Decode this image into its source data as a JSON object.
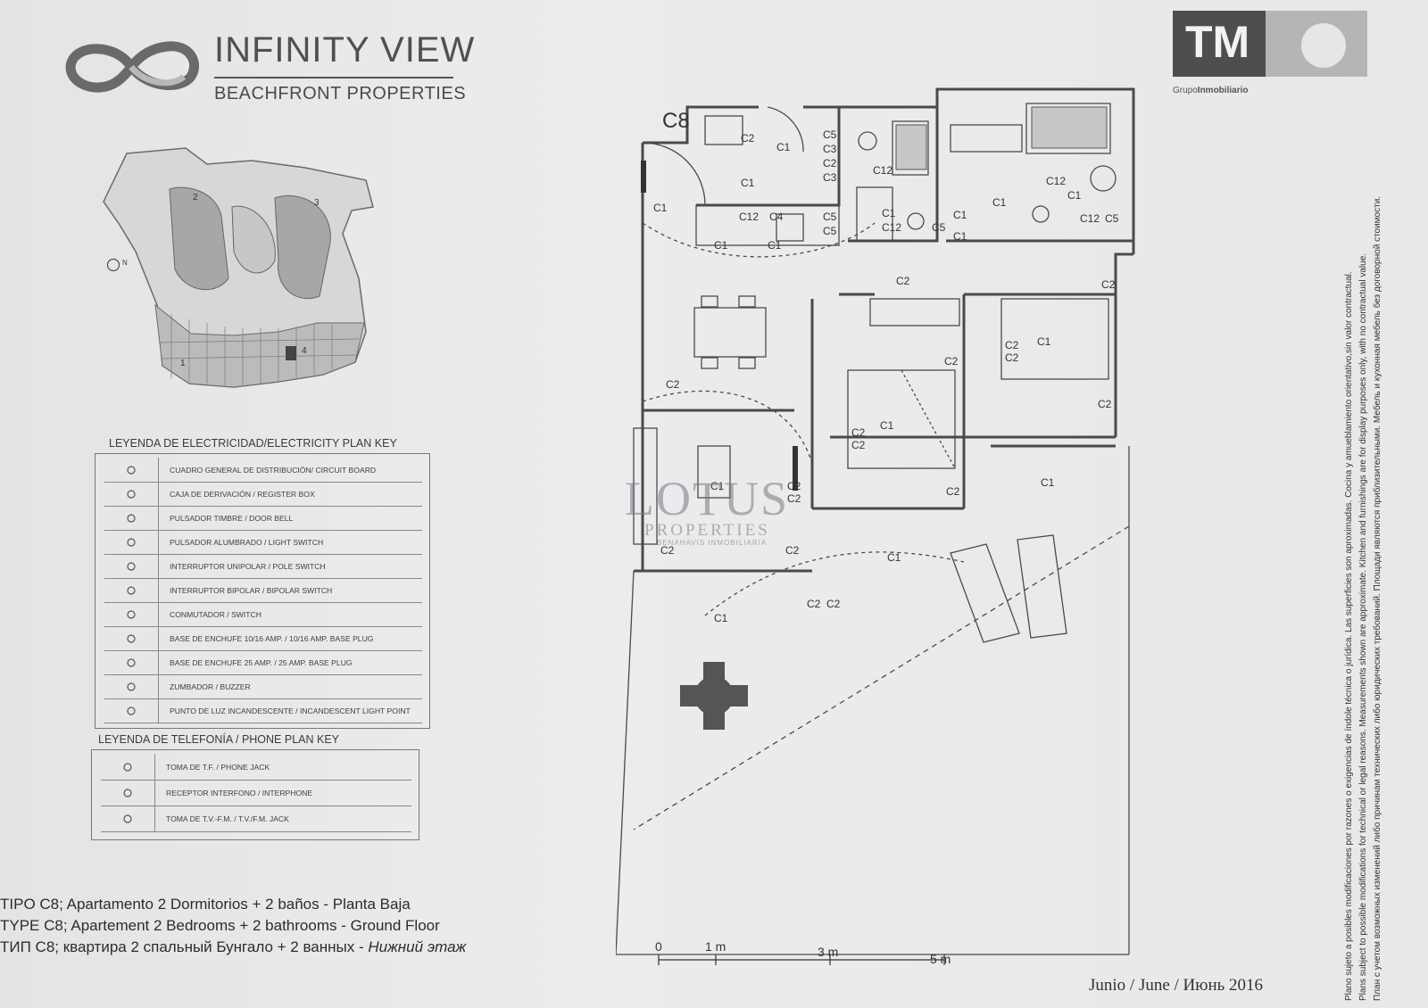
{
  "brand": {
    "title": "INFINITY VIEW",
    "subtitle": "BEACHFRONT PROPERTIES"
  },
  "company": {
    "logo_text": "TM",
    "tagline_a": "Grupo",
    "tagline_b": "Inmobiliario"
  },
  "site_plan": {
    "north_label": "N",
    "block_numbers": [
      "1",
      "2",
      "3",
      "4"
    ]
  },
  "electricity_key": {
    "heading": "LEYENDA DE ELECTRICIDAD/ELECTRICITY PLAN KEY",
    "items": [
      {
        "symbol_icon": "circuit-board-icon",
        "label": "CUADRO GENERAL DE DISTRIBUCIÓN/ CIRCUIT BOARD"
      },
      {
        "symbol_icon": "register-box-icon",
        "label": "CAJA DE DERIVACIÓN / REGISTER BOX"
      },
      {
        "symbol_icon": "door-bell-icon",
        "label": "PULSADOR TIMBRE / DOOR BELL"
      },
      {
        "symbol_icon": "light-switch-icon",
        "label": "PULSADOR ALUMBRADO / LIGHT SWITCH"
      },
      {
        "symbol_icon": "pole-switch-icon",
        "label": "INTERRUPTOR UNIPOLAR / POLE SWITCH"
      },
      {
        "symbol_icon": "bipolar-switch-icon",
        "label": "INTERRUPTOR BIPOLAR / BIPOLAR SWITCH"
      },
      {
        "symbol_icon": "switch-icon",
        "label": "CONMUTADOR / SWITCH"
      },
      {
        "symbol_icon": "base-plug-icon",
        "label": "BASE DE ENCHUFE 10/16 AMP. / 10/16 AMP. BASE PLUG"
      },
      {
        "symbol_icon": "base-plug-25-icon",
        "label": "BASE DE ENCHUFE 25 AMP. / 25 AMP. BASE PLUG"
      },
      {
        "symbol_icon": "buzzer-icon",
        "label": "ZUMBADOR / BUZZER"
      },
      {
        "symbol_icon": "light-point-icon",
        "label": "PUNTO DE LUZ INCANDESCENTE / INCANDESCENT LIGHT POINT"
      }
    ]
  },
  "phone_key": {
    "heading": "LEYENDA DE TELEFONÍA / PHONE PLAN KEY",
    "items": [
      {
        "symbol_icon": "phone-jack-icon",
        "label": "TOMA DE T.F. / PHONE JACK"
      },
      {
        "symbol_icon": "interphone-icon",
        "label": "RECEPTOR INTERFONO / INTERPHONE"
      },
      {
        "symbol_icon": "tv-fm-jack-icon",
        "label": "TOMA DE T.V.-F.M. / T.V./F.M. JACK"
      }
    ]
  },
  "type_description": {
    "es": "TIPO C8; Apartamento 2 Dormitorios + 2 baños - Planta Baja",
    "en": "TYPE C8; Apartement 2 Bedrooms + 2 bathrooms - Ground Floor",
    "ru_a": "ТИП С8; квартира 2 спальный Бунгало + 2 ванных - ",
    "ru_b": "Нижний этаж"
  },
  "plan": {
    "unit_label": "C8",
    "circuit_labels": [
      "C1",
      "C2",
      "C3",
      "C4",
      "C5",
      "C12"
    ],
    "scale": {
      "labels": [
        "0",
        "1 m",
        "3 m",
        "5 m"
      ]
    }
  },
  "watermark": {
    "line1": "LOTUS",
    "line2": "PROPERTIES",
    "line3": "BENAHAVIS INMOBILIARIA"
  },
  "date_text": "Junio / June / Июнь 2016",
  "disclaimer": {
    "es": "Plano sujeto a posibles modificaciones por razones o exigencias de índole técnica o jurídica. Las superficies son aproximadas. Cocina y amueblamiento orientativo,sin valor contractual.",
    "en": "Plans subject to possible modifications for technical or legal reasons. Measurements shown are approximate. Kitchen and furnishings are for display purposes only, with no contractual value.",
    "ru": "План с учетом возможных изменений либо причинам технических либо юридических требований. Площади являются приблизительными. Мебель и кухонная мебель без договорной стоимости."
  },
  "colors": {
    "paper": "#ebe8ea",
    "ink": "#3a3a3c",
    "logo_dark": "#4e4e50",
    "logo_light": "#b4b4b6"
  }
}
